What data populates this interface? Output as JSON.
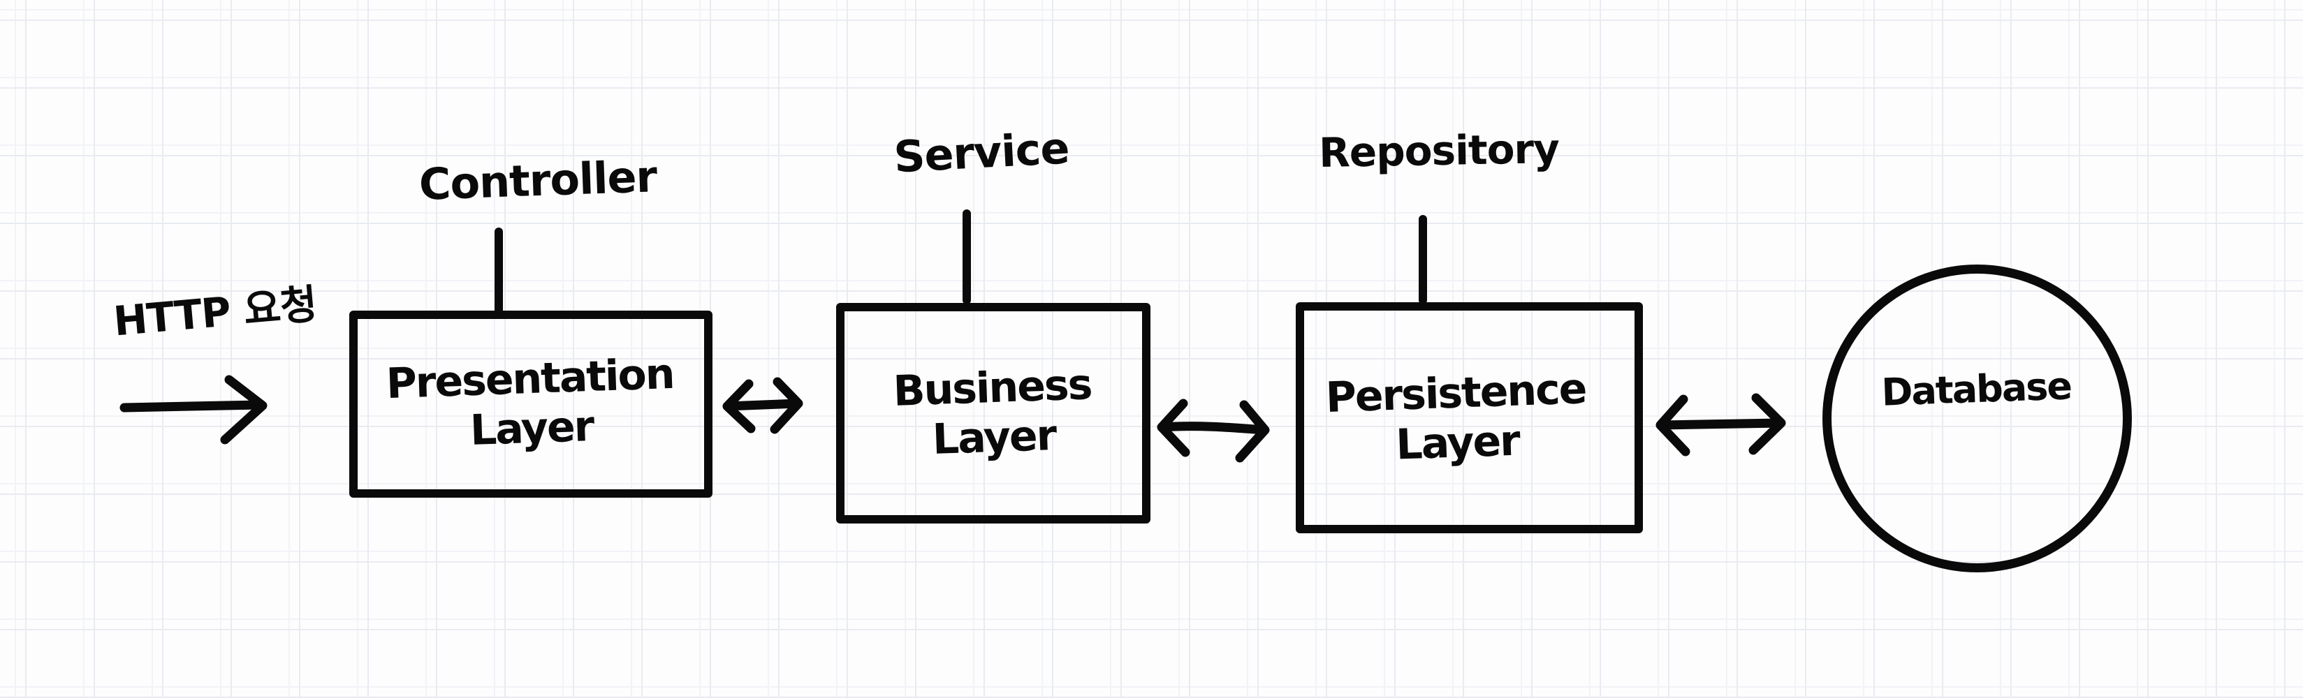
{
  "colors": {
    "ink": "#0a0a0a",
    "background": "#fdfdfe",
    "grid_line": "#e9ebf1"
  },
  "labels": {
    "http_request": "HTTP 요청",
    "controller": "Controller",
    "service": "Service",
    "repository": "Repository"
  },
  "nodes": {
    "presentation": {
      "line1": "Presentation",
      "line2": "Layer"
    },
    "business": {
      "line1": "Business",
      "line2": "Layer"
    },
    "persistence": {
      "line1": "Persistence",
      "line2": "Layer"
    },
    "database": {
      "label": "Database"
    }
  }
}
